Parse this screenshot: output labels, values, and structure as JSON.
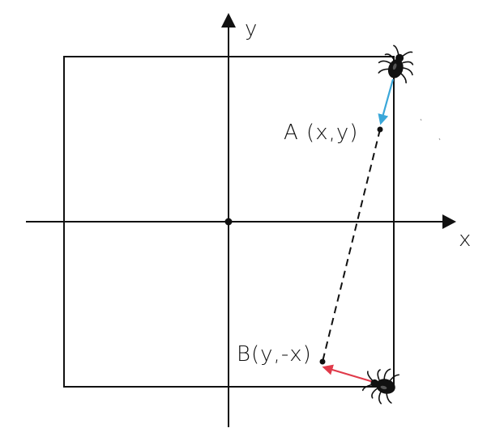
{
  "axes": {
    "x_label": "x",
    "y_label": "y"
  },
  "points": {
    "a_label": "A (x,y)",
    "b_label": "B(y,-x)"
  },
  "colors": {
    "line": "#111111",
    "arrow_a": "#3aa7d9",
    "arrow_b": "#e03a4a",
    "bug": "#111111",
    "background": "#ffffff"
  },
  "icons": {
    "bug_top": "bug-icon",
    "bug_bottom": "bug-icon"
  }
}
